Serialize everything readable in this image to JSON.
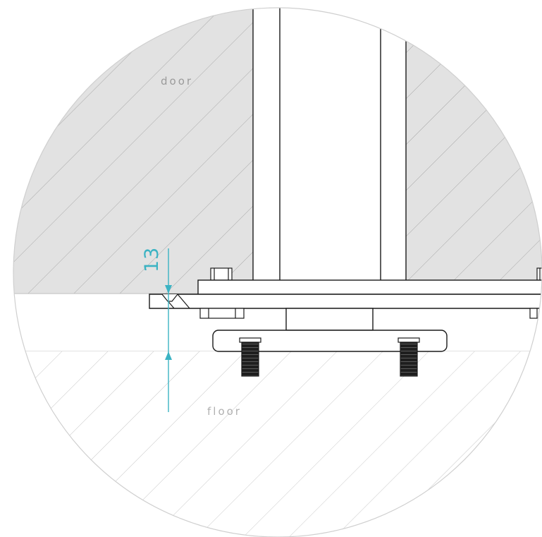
{
  "labels": {
    "door": "door",
    "floor": "floor",
    "dimension_value": "13"
  },
  "colors": {
    "door_fill": "#e2e2e2",
    "hatch_door": "#a8a8a8",
    "hatch_floor": "#c8c8c8",
    "circle_outline": "#cfcfcf",
    "part_stroke": "#1a1a1a",
    "dimension": "#3bb3c3",
    "rubber": "#1e1e1e"
  }
}
